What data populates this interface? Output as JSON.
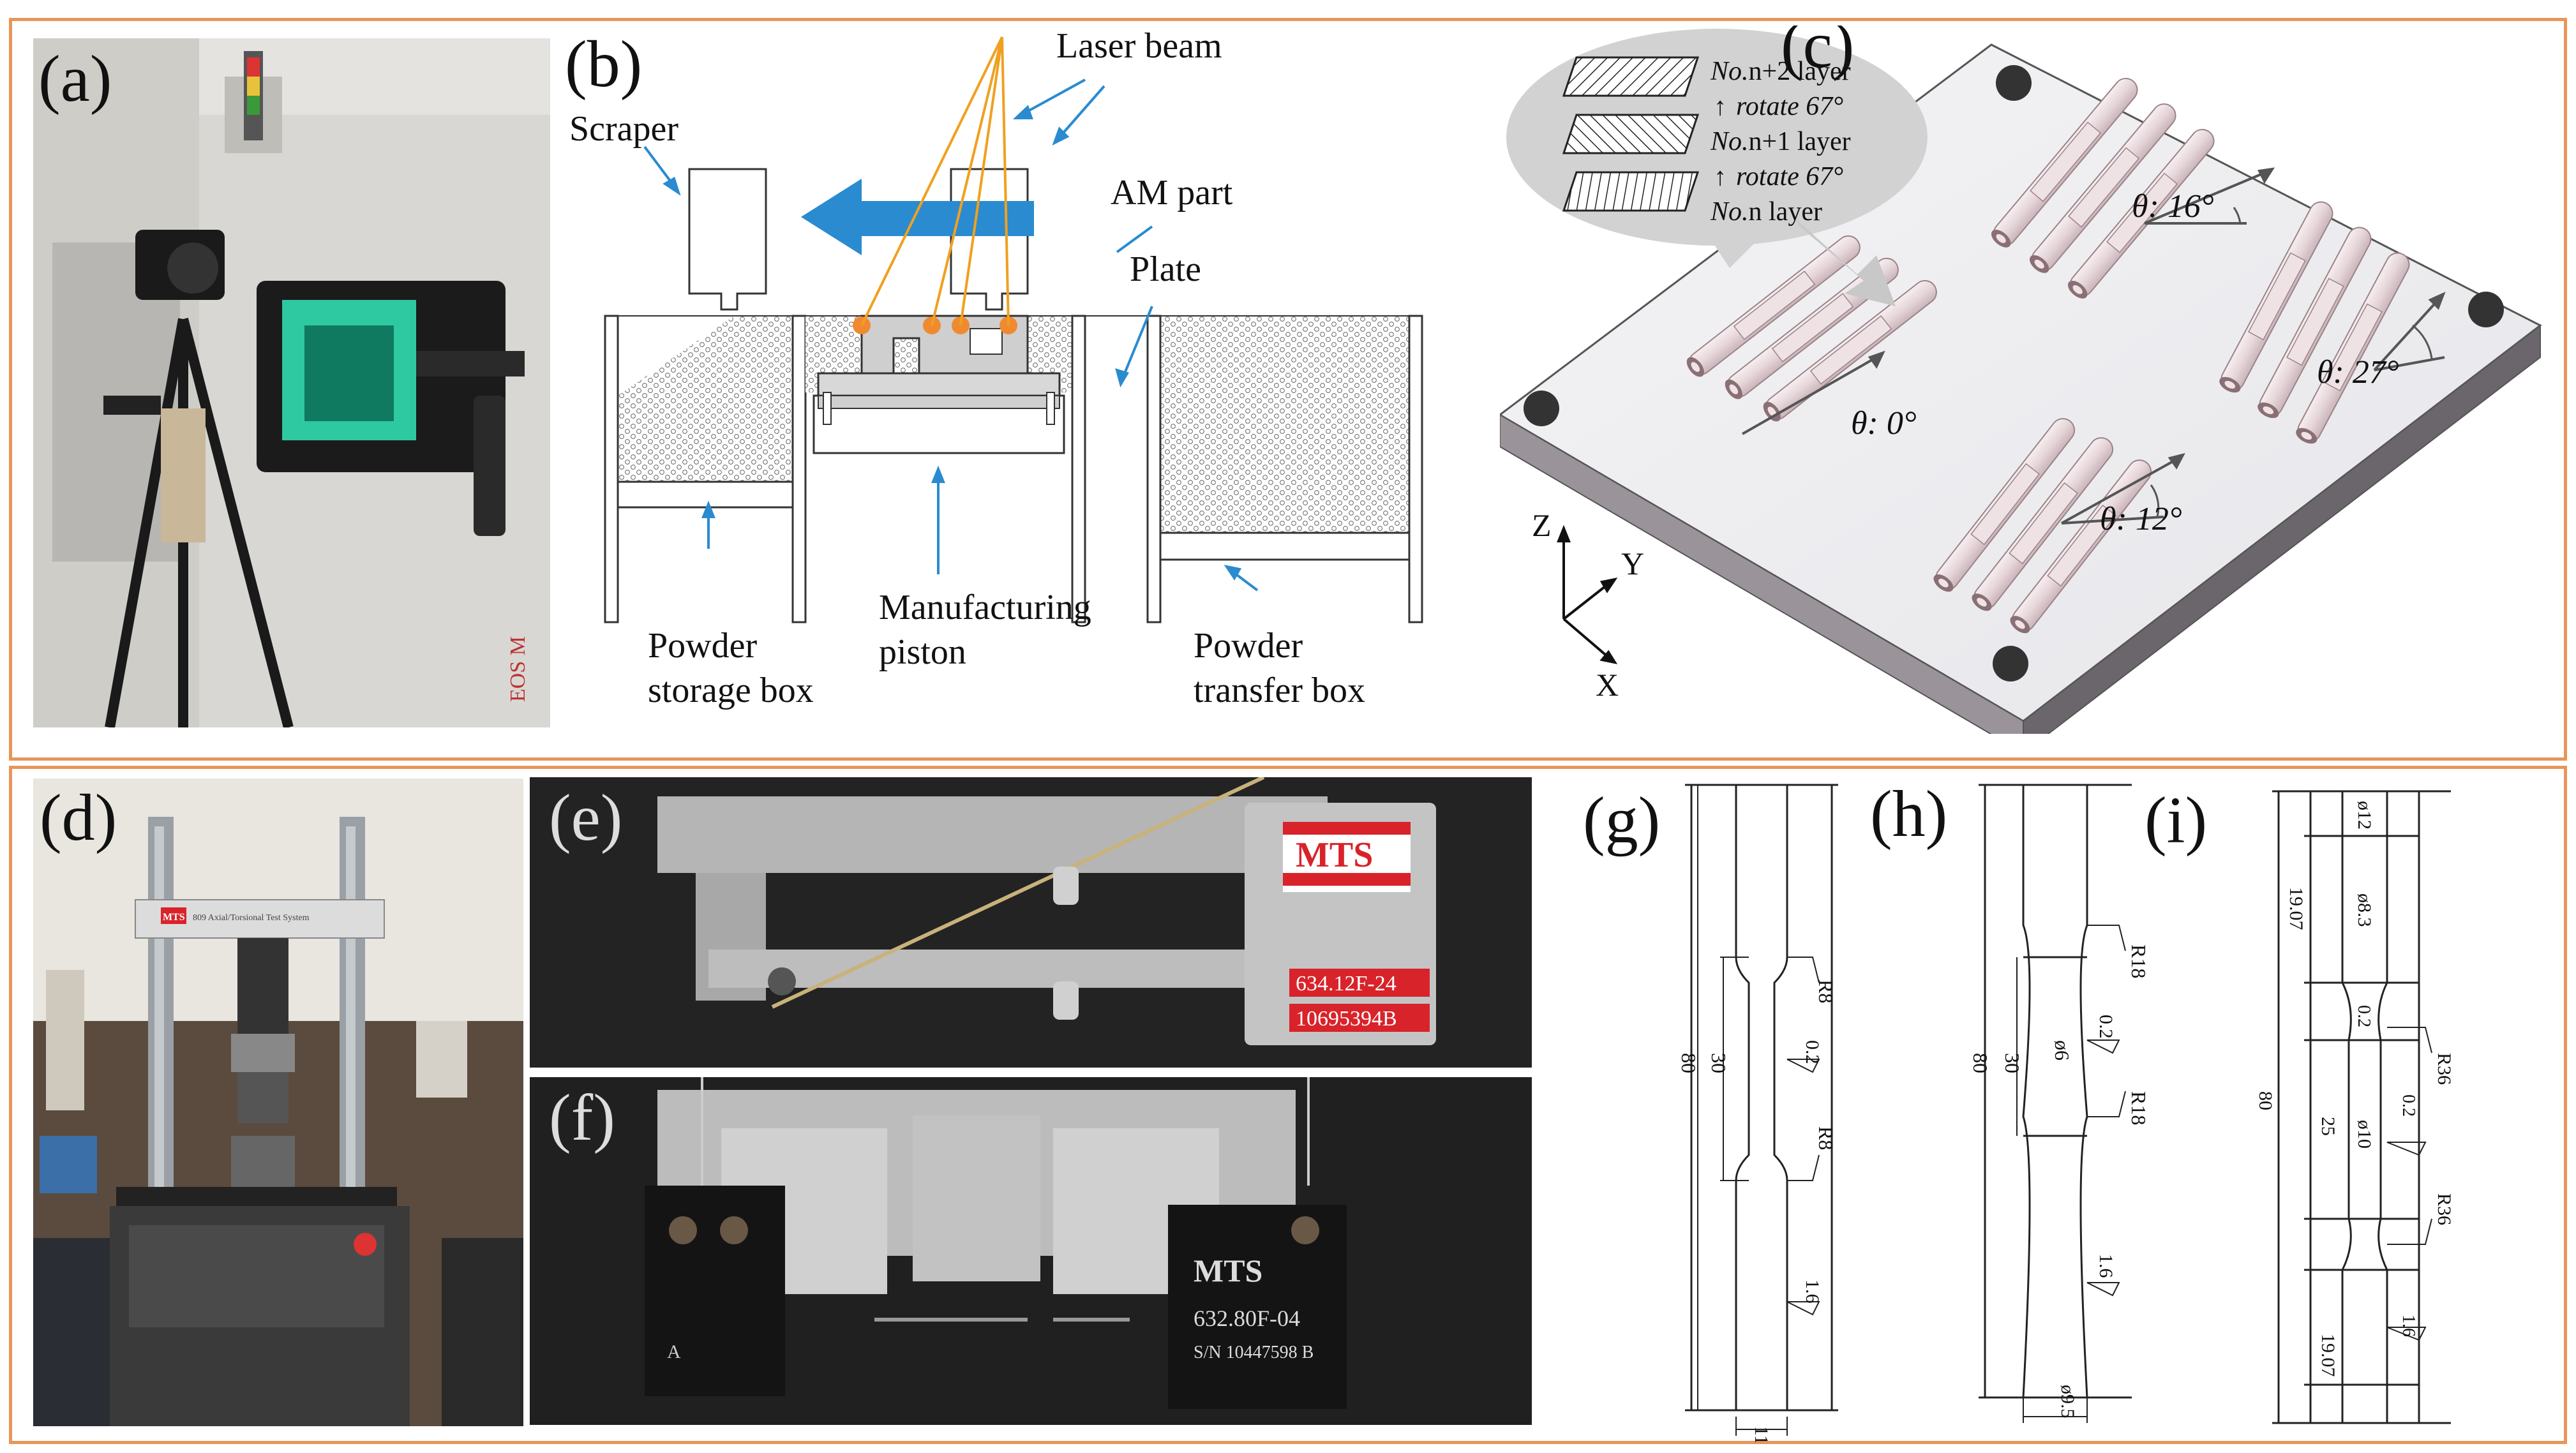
{
  "panels": {
    "a": {
      "label": "(a)",
      "machine_text": "EOS M"
    },
    "b": {
      "label": "(b)",
      "laser_beam": "Laser beam",
      "scraper": "Scraper",
      "am_part": "AM part",
      "plate": "Plate",
      "powder_storage_1": "Powder",
      "powder_storage_2": "storage box",
      "manufacturing_1": "Manufacturing",
      "manufacturing_2": "piston",
      "powder_transfer_1": "Powder",
      "powder_transfer_2": "transfer box"
    },
    "c": {
      "label": "(c)",
      "layer_n2_prefix": "No.",
      "layer_n2": "n+2 layer",
      "rotate_1": "rotate 67°",
      "layer_n1_prefix": "No.",
      "layer_n1": "n+1 layer",
      "rotate_2": "rotate 67°",
      "layer_n_prefix": "No.",
      "layer_n": "n layer",
      "theta_0": "θ: 0°",
      "theta_12": "θ: 12°",
      "theta_16": "θ: 16°",
      "theta_27": "θ: 27°",
      "axis_z": "Z",
      "axis_y": "Y",
      "axis_x": "X"
    },
    "d": {
      "label": "(d)",
      "machine_plate": "MTS",
      "machine_text": "809 Axial/Torsional Test System"
    },
    "e": {
      "label": "(e)",
      "brand": "MTS",
      "model": "634.12F-24",
      "serial": "10695394B"
    },
    "f": {
      "label": "(f)",
      "brand": "MTS",
      "model": "632.80F-04",
      "serial": "S/N 10447598 B",
      "mark": "A"
    },
    "g": {
      "label": "(g)",
      "dim_total": "80",
      "dim_gauge": "30",
      "radius_top": "R8",
      "radius_bottom": "R8",
      "rough_1": "0.2",
      "rough_2": "1.6",
      "width": "11"
    },
    "h": {
      "label": "(h)",
      "dim_total": "80",
      "dim_gauge": "30",
      "radius_top": "R18",
      "radius_bottom": "R18",
      "rough_1": "0.2",
      "rough_2": "1.6",
      "dia_gauge": "ø6",
      "dia_end": "ø9.5"
    },
    "i": {
      "label": "(i)",
      "dia_top": "ø12",
      "dia_inner": "ø8.3",
      "len_top": "19.07",
      "rough_1": "0.2",
      "radius_top": "R36",
      "dim_total": "80",
      "dim_gauge": "25",
      "dia_gauge": "ø10",
      "rough_2": "0.2",
      "radius_bottom": "R36",
      "rough_3": "1.6",
      "len_bottom": "19.07"
    }
  },
  "colors": {
    "frame": "#e8955b",
    "arrow": "#2a8bd0",
    "laser": "#f0a020",
    "powder_dot": "#f08a30",
    "mts_red": "#d8232a",
    "chamber_glow": "#2ec9a0"
  }
}
